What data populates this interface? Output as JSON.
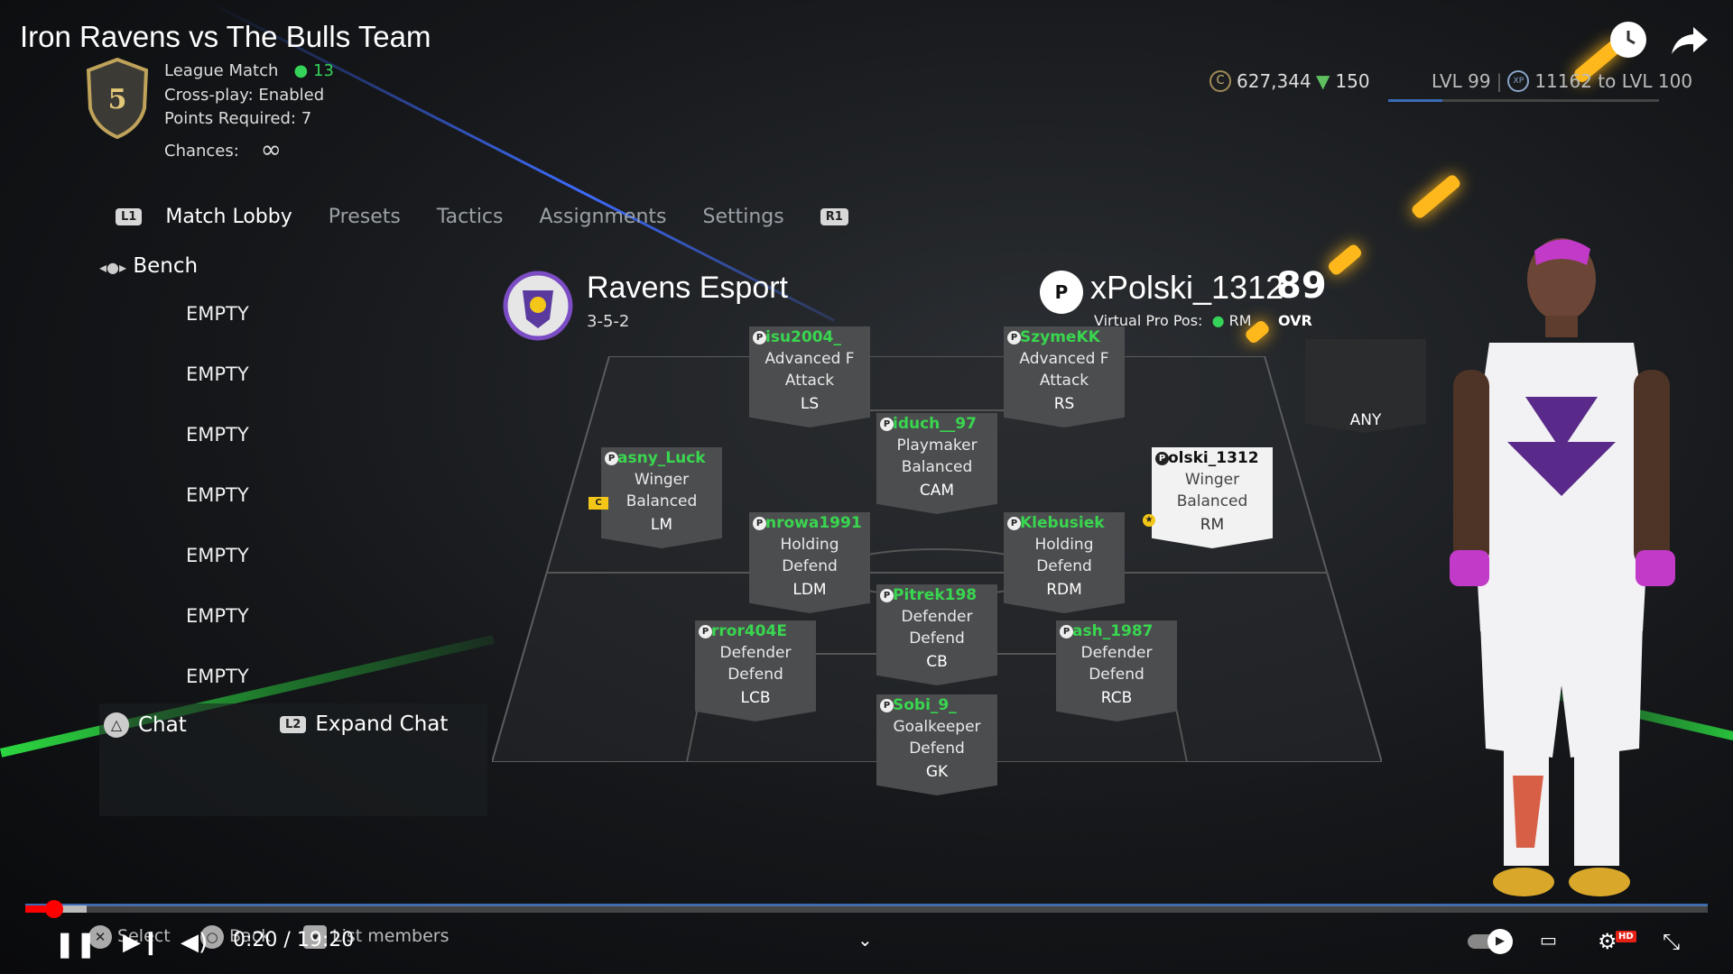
{
  "header": {
    "title": "Iron Ravens vs The Bulls Team",
    "division": "5",
    "match_type": "League Match",
    "member_count": "13",
    "crossplay": "Cross-play: Enabled",
    "points_required": "Points Required: 7",
    "chances_label": "Chances:",
    "chances_value": "∞"
  },
  "currency": {
    "coins": "627,344",
    "points": "150",
    "level": "LVL 99",
    "xp_text": "11162 to LVL 100",
    "xp_progress": 0.2
  },
  "nav": {
    "left_button": "L1",
    "right_button": "R1",
    "tabs": [
      "Match Lobby",
      "Presets",
      "Tactics",
      "Assignments",
      "Settings"
    ],
    "active": "Match Lobby"
  },
  "bench": {
    "title": "Bench",
    "items": [
      "EMPTY",
      "EMPTY",
      "EMPTY",
      "EMPTY",
      "EMPTY",
      "EMPTY",
      "EMPTY"
    ]
  },
  "chat": {
    "chat_label": "Chat",
    "expand_button": "L2",
    "expand_label": "Expand Chat"
  },
  "team": {
    "name": "Ravens Esport",
    "formation": "3-5-2"
  },
  "player": {
    "name": "xPolski_1312",
    "vpp_label": "Virtual Pro Pos:",
    "vpp_pos": "RM",
    "ovr": "89",
    "ovr_label": "OVR"
  },
  "cards": [
    {
      "id": "ls",
      "name": "isu2004_",
      "role": "Advanced F",
      "focus": "Attack",
      "pos": "LS"
    },
    {
      "id": "rs",
      "name": "SzymeKK",
      "role": "Advanced F",
      "focus": "Attack",
      "pos": "RS"
    },
    {
      "id": "cam",
      "name": "iduch__97",
      "role": "Playmaker",
      "focus": "Balanced",
      "pos": "CAM"
    },
    {
      "id": "lm",
      "name": "asny_Luck",
      "role": "Winger",
      "focus": "Balanced",
      "pos": "LM"
    },
    {
      "id": "rm",
      "name": "olski_1312",
      "role": "Winger",
      "focus": "Balanced",
      "pos": "RM"
    },
    {
      "id": "ldm",
      "name": "nrowa1991",
      "role": "Holding",
      "focus": "Defend",
      "pos": "LDM"
    },
    {
      "id": "rdm",
      "name": "Klebusiek",
      "role": "Holding",
      "focus": "Defend",
      "pos": "RDM"
    },
    {
      "id": "cb",
      "name": "Pitrek198",
      "role": "Defender",
      "focus": "Defend",
      "pos": "CB"
    },
    {
      "id": "lcb",
      "name": "rror404E",
      "role": "Defender",
      "focus": "Defend",
      "pos": "LCB"
    },
    {
      "id": "rcb",
      "name": "ash_1987",
      "role": "Defender",
      "focus": "Defend",
      "pos": "RCB"
    },
    {
      "id": "gk",
      "name": "Sobi_9_",
      "role": "Goalkeeper",
      "focus": "Defend",
      "pos": "GK"
    }
  ],
  "captain_badge": "C",
  "open_slot": "ANY",
  "video": {
    "current_time": "0:20",
    "separator": "/",
    "duration": "19:20",
    "progress": 0.017,
    "hint_select": "Select",
    "hint_back": "Back",
    "hint_list": "List members",
    "quality": "HD"
  },
  "colors": {
    "accent_green": "#35d35a",
    "progress_red": "#ff0000",
    "captain_yellow": "#f3c617"
  }
}
